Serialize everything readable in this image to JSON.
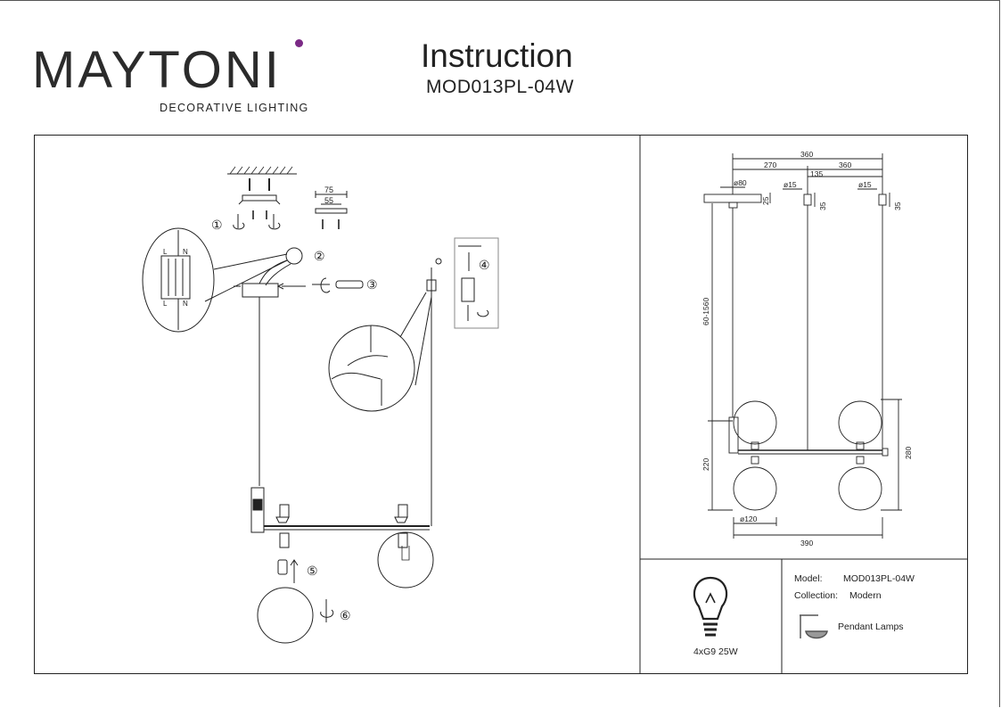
{
  "brand": {
    "logo_text": "MAYTONI",
    "tagline": "DECORATIVE LIGHTING",
    "accent_color": "#7b2a86"
  },
  "header": {
    "title": "Instruction",
    "model": "MOD013PL-04W"
  },
  "steps": [
    "①",
    "②",
    "③",
    "④",
    "⑤",
    "⑥"
  ],
  "terminal_block": {
    "l": "L",
    "n": "N"
  },
  "bracket_dims": {
    "outer": "75",
    "inner": "55"
  },
  "dimensions": {
    "top_overall": "360",
    "top_left_offset": "270",
    "top_right": "360",
    "top_mid": "135",
    "canopy_dia": "ø80",
    "cup_dia_1": "ø15",
    "cup_dia_2": "ø15",
    "canopy_h": "25",
    "cup_h_1": "35",
    "cup_h_2": "35",
    "cable_len": "60-1560",
    "lower_h": "220",
    "body_h": "280",
    "globe_dia": "ø120",
    "bottom_width": "390"
  },
  "bulb": {
    "spec": "4xG9 25W"
  },
  "specs": {
    "model_label": "Model:",
    "model_value": "MOD013PL-04W",
    "collection_label": "Collection:",
    "collection_value": "Modern",
    "type_value": "Pendant Lamps"
  }
}
